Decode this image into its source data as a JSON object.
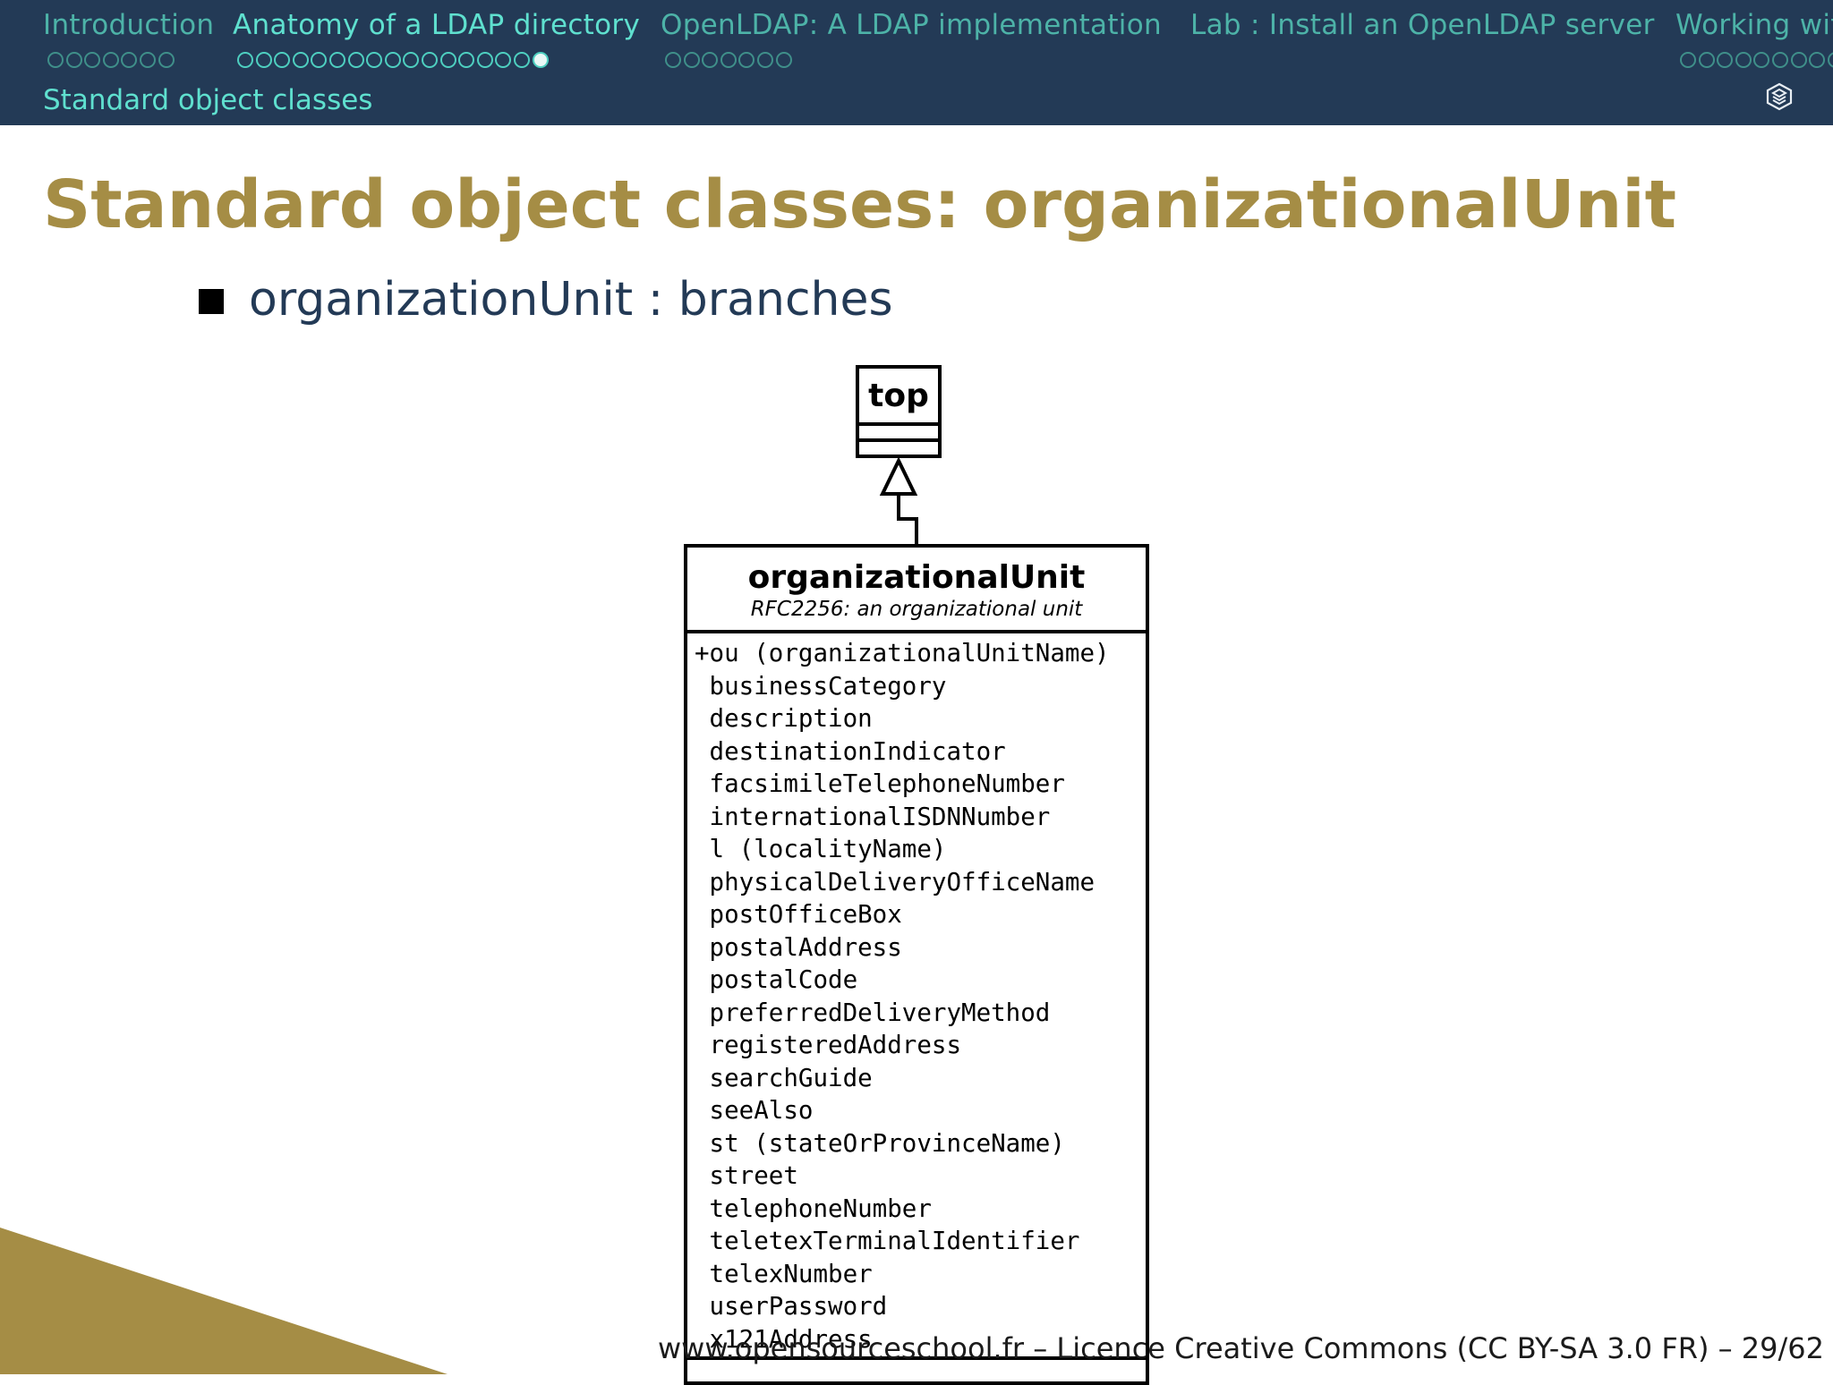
{
  "nav": {
    "sections": [
      {
        "label": "Introduction",
        "dots": 7,
        "filled": 0
      },
      {
        "label": "Anatomy of a LDAP directory",
        "dots": 17,
        "filled": 1
      },
      {
        "label": "OpenLDAP: A LDAP implementation",
        "dots": 7,
        "filled": 0
      },
      {
        "label": "Lab : Install an OpenLDAP server",
        "dots": 0,
        "filled": 0
      },
      {
        "label": "Working wit",
        "dots": 9,
        "filled": 0
      }
    ],
    "active_section": 1,
    "subsection": "Standard object classes",
    "logo_icon": "cube-logo-icon"
  },
  "slide": {
    "title": "Standard object classes: organizationalUnit",
    "bullet": "organizationUnit : branches"
  },
  "diagram": {
    "parent_class": "top",
    "class_name": "organizationalUnit",
    "class_description": "RFC2256: an organizational unit",
    "attributes": [
      "+ou (organizationalUnitName)",
      " businessCategory",
      " description",
      " destinationIndicator",
      " facsimileTelephoneNumber",
      " internationalISDNNumber",
      " l (localityName)",
      " physicalDeliveryOfficeName",
      " postOfficeBox",
      " postalAddress",
      " postalCode",
      " preferredDeliveryMethod",
      " registeredAddress",
      " searchGuide",
      " seeAlso",
      " st (stateOrProvinceName)",
      " street",
      " telephoneNumber",
      " teletexTerminalIdentifier",
      " telexNumber",
      " userPassword",
      " x121Address"
    ]
  },
  "footer": {
    "text": "www.opensourceschool.fr – Licence Creative Commons (CC BY-SA 3.0 FR) – 29/62"
  },
  "colors": {
    "header_bg": "#233a56",
    "nav_text": "#4db3a8",
    "nav_active": "#5fe0cf",
    "title": "#a58d45",
    "body_text": "#233a56",
    "corner": "#a58d45"
  }
}
